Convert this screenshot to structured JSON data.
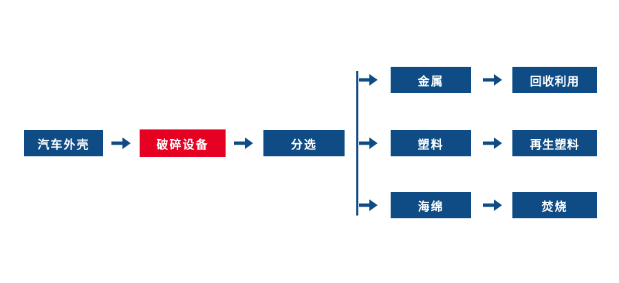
{
  "colors": {
    "primary": "#0f4c85",
    "accent": "#e60021",
    "background": "#ffffff",
    "node_text": "#ffffff"
  },
  "chart_title": "",
  "flow": {
    "source": "汽车外壳",
    "process": "破碎设备",
    "sorting": "分选",
    "branches": [
      {
        "material": "金属",
        "outcome": "回收利用"
      },
      {
        "material": "塑料",
        "outcome": "再生塑料"
      },
      {
        "material": "海绵",
        "outcome": "焚烧"
      }
    ]
  }
}
